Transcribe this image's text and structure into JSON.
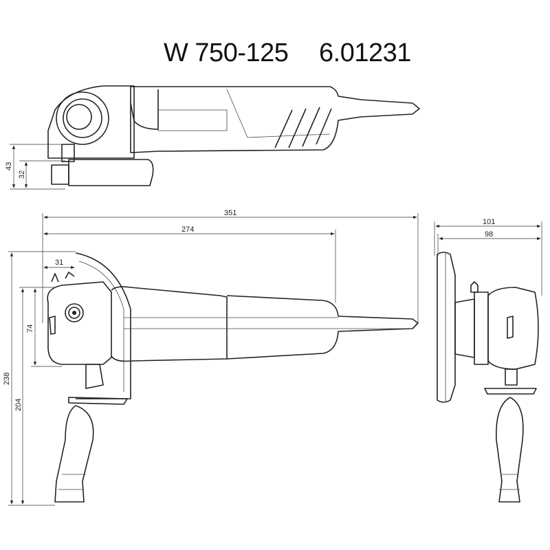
{
  "header": {
    "model": "W 750-125",
    "article_number": "6.01231"
  },
  "dimensions": {
    "top_view": {
      "height_total": "43",
      "height_inner": "32"
    },
    "side_view": {
      "length_total": "351",
      "length_body": "274",
      "guard_offset": "31",
      "height_total": "238",
      "height_handle": "204",
      "head_height": "74"
    },
    "front_view": {
      "width_total": "101",
      "width_inner": "98"
    }
  }
}
